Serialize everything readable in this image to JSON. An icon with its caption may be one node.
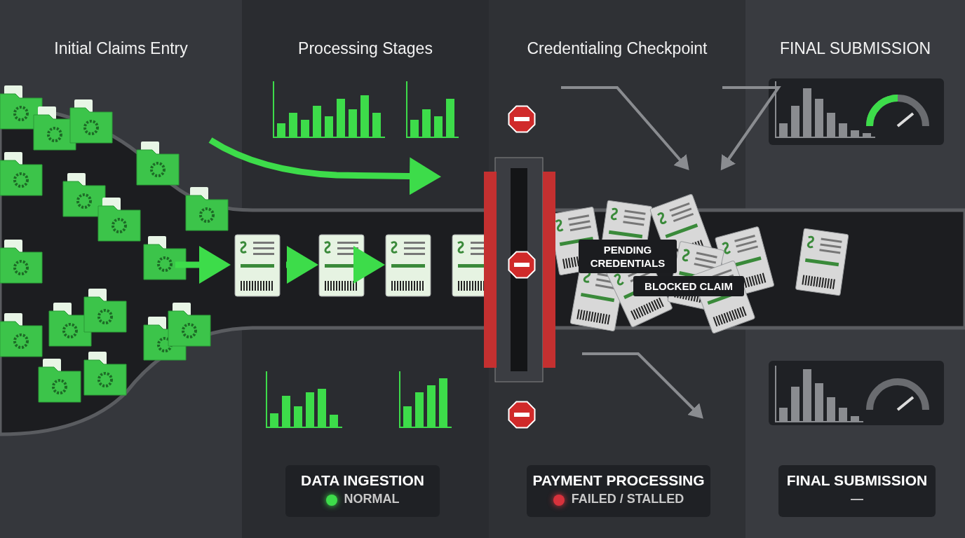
{
  "diagram": {
    "nodes": [
      {
        "text": [
          "Initial Claims Entry"
        ]
      },
      {
        "text": [
          "Processing Stages"
        ]
      },
      {
        "text": [
          "Credentialing Checkpoint"
        ]
      },
      {
        "text": [
          "FINAL SUBMISSION"
        ]
      },
      {
        "text": [
          "DATA INGESTION",
          "NORMAL"
        ],
        "in": 1
      },
      {
        "text": [
          "PAYMENT PROCESSING",
          "FAILED / STALLED"
        ],
        "in": 2
      },
      {
        "text": [
          "FINAL SUBMISSION",
          "—"
        ],
        "in": 3
      },
      {
        "text": [
          "PENDING CREDENTIALS"
        ],
        "in": 2
      },
      {
        "text": [
          "BLOCKED CLAIM"
        ],
        "in": 2
      }
    ]
  }
}
